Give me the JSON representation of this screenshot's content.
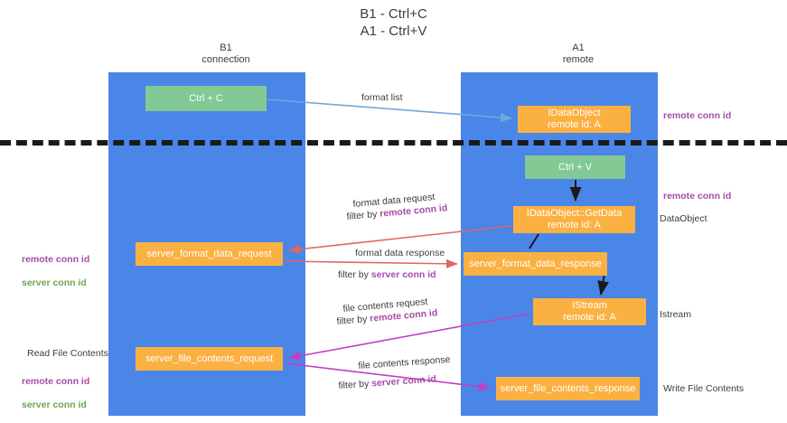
{
  "title": "B1 - Ctrl+C\nA1 - Ctrl+V",
  "columns": {
    "left": {
      "name": "B1",
      "role": "connection",
      "label": "B1\nconnection"
    },
    "right": {
      "name": "A1",
      "role": "remote",
      "label": "A1\nremote"
    }
  },
  "colors": {
    "lane": "#4a86e8",
    "green_node": "#82c995",
    "orange_node": "#fbb042",
    "remote_conn_id": "#a64ca6",
    "server_conn_id": "#6aa84f",
    "edge_blue": "#6fa8dc",
    "edge_red": "#e06666",
    "edge_magenta": "#c23fc2",
    "edge_dark": "#1a1a1a",
    "divider": "#1a1a1a",
    "text": "#3c3c3c"
  },
  "nodes": {
    "ctrl_c": "Ctrl + C",
    "ctrl_v": "Ctrl + V",
    "idataobject": "IDataObject\nremote id: A",
    "idataobject_getdata": "IDataObject::GetData\nremote id: A",
    "server_format_data_request": "server_format_data_request",
    "server_format_data_response": "server_format_data_response",
    "istream": "IStream\nremote id: A",
    "server_file_contents_request": "server_file_contents_request",
    "server_file_contents_response": "server_file_contents_response"
  },
  "edge_labels": {
    "format_list": "format list",
    "format_data_request": "format data request",
    "format_data_request_filter_prefix": "filter by ",
    "format_data_request_filter_key": "remote conn id",
    "format_data_response": "format data response",
    "format_data_response_filter_prefix": "filter by ",
    "format_data_response_filter_key": "server conn id",
    "file_contents_request": "file contents request",
    "file_contents_request_filter_prefix": "filter by ",
    "file_contents_request_filter_key": "remote conn id",
    "file_contents_response": "file contents response",
    "file_contents_response_filter_prefix": "filter by ",
    "file_contents_response_filter_key": "server conn id"
  },
  "annotations": {
    "right_remote_conn_id_top": "remote conn id",
    "right_remote_conn_id_mid": "remote conn id",
    "dataobject": "DataObject",
    "istream": "Istream",
    "write_file_contents": "Write File Contents",
    "left_remote_conn_id": "remote conn id",
    "left_server_conn_id": "server conn id",
    "read_file_contents": "Read File Contents",
    "left_remote_conn_id_2": "remote conn id",
    "left_server_conn_id_2": "server conn id"
  }
}
